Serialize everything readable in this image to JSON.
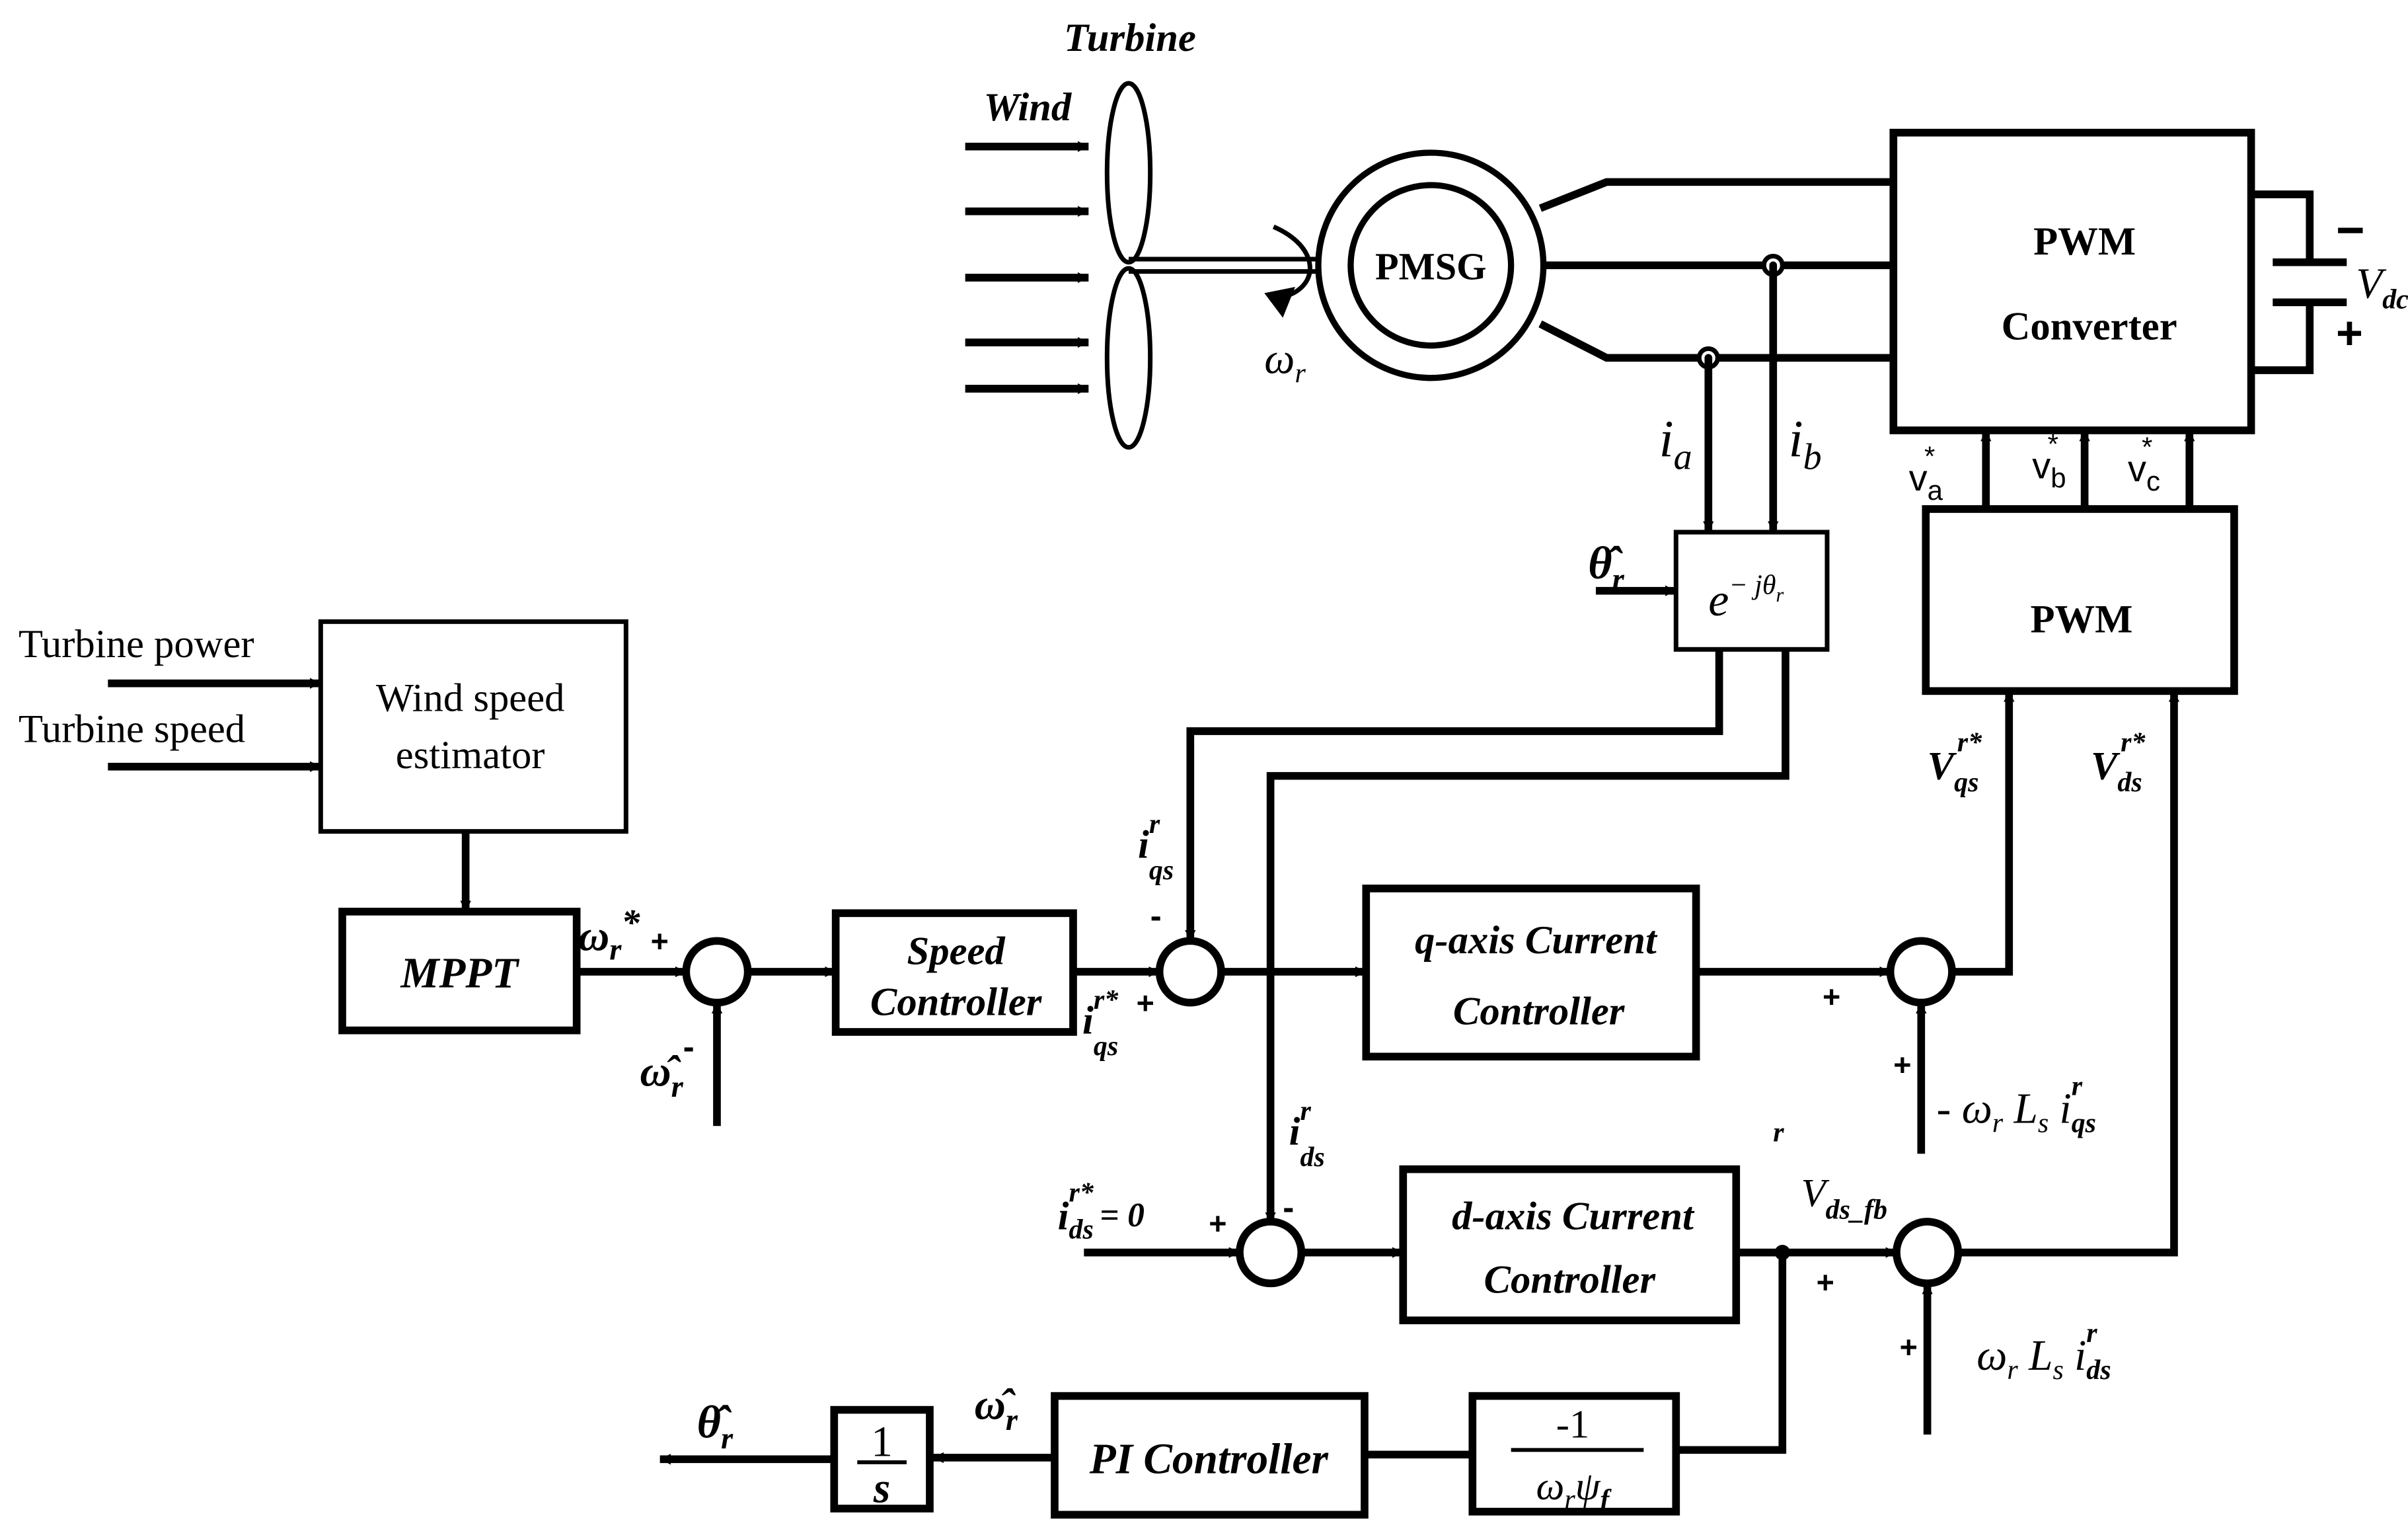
{
  "labels": {
    "turbine": "Turbine",
    "wind": "Wind",
    "pmsg": "PMSG",
    "pwm_converter_line1": "PWM",
    "pwm_converter_line2": "Converter",
    "pwm": "PWM",
    "vdc_v": "V",
    "vdc_sub": "dc",
    "vdc_minus": "−",
    "vdc_plus": "+",
    "omega_r_sym": "ω",
    "omega_r_sub": "r",
    "ia_sym": "i",
    "ia_sub": "a",
    "ib_sym": "i",
    "ib_sub": "b",
    "va_sym": "v",
    "va_sub": "a",
    "va_sup": "*",
    "vb_sym": "v",
    "vb_sub": "b",
    "vb_sup": "*",
    "vc_sym": "v",
    "vc_sub": "c",
    "vc_sup": "*",
    "transform_e": "e",
    "transform_exp": "− jθ",
    "transform_exp_sub": "r",
    "theta_hat_sym": "θ̂",
    "theta_hat_sub": "r",
    "turbine_power": "Turbine power",
    "turbine_speed": "Turbine speed",
    "wse_line1": "Wind speed",
    "wse_line2": "estimator",
    "mppt": "MPPT",
    "omega_ref_sym": "ω",
    "omega_ref_sub": "r",
    "omega_ref_sup": "*",
    "omega_hat_sym": "ω̂",
    "omega_hat_sub": "r",
    "speed_ctrl_line1": "Speed",
    "speed_ctrl_line2": "Controller",
    "iqs_ref_sym": "i",
    "iqs_ref_sub": "qs",
    "iqs_ref_sup": "r*",
    "iqs_sym": "i",
    "iqs_sub": "qs",
    "iqs_sup": "r",
    "q_ctrl_line1": "q-axis Current",
    "q_ctrl_line2": "Controller",
    "d_ctrl_line1": "d-axis Current",
    "d_ctrl_line2": "Controller",
    "ids_sym": "i",
    "ids_sub": "ds",
    "ids_sup": "r",
    "ids_ref_sym": "i",
    "ids_ref_sub": "ds",
    "ids_ref_sup": "r*",
    "ids_ref_val": "= 0",
    "vqs_sym": "V",
    "vqs_sub": "qs",
    "vqs_sup": "r*",
    "vds_sym": "V",
    "vds_sub": "ds",
    "vds_sup": "r*",
    "vdsfb_sym": "V",
    "vdsfb_sub": "ds_fb",
    "vdsfb_sup": "r",
    "q_ff_prefix": "- ω",
    "q_ff_r": "r",
    "q_ff_L": " L",
    "q_ff_s": "s",
    "q_ff_i": " i",
    "q_ff_qs": "qs",
    "q_ff_rsup": "r",
    "d_ff_prefix": "ω",
    "d_ff_r": "r",
    "d_ff_L": " L",
    "d_ff_s": "s",
    "d_ff_i": " i",
    "d_ff_ds": "ds",
    "d_ff_rsup": "r",
    "gain_num": "-1",
    "gain_den_w": "ω",
    "gain_den_r": "r",
    "gain_den_psi": "ψ",
    "gain_den_f": "f",
    "pi_ctrl": "PI Controller",
    "integ_num": "1",
    "integ_den": "s",
    "sign_plus": "+",
    "sign_minus": "-"
  }
}
